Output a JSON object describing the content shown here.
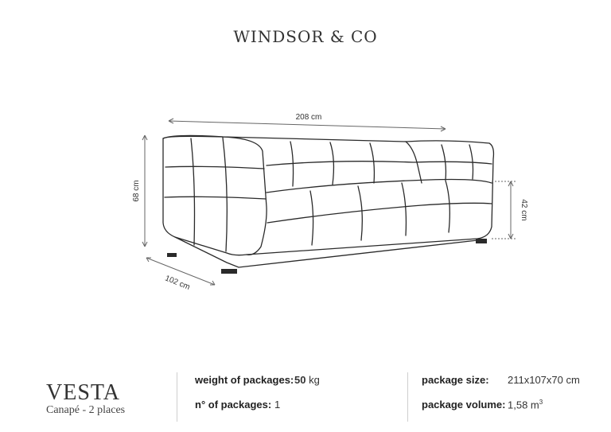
{
  "brand": "Windsor & Co",
  "brand_display": "WINDSOR & CO",
  "dimensions": {
    "width": "208 cm",
    "height": "68 cm",
    "depth": "102 cm",
    "seat_height": "42 cm"
  },
  "product": {
    "name": "VESTA",
    "subtitle": "Canapé - 2 places"
  },
  "specs": {
    "weight_label": "weight of packages:",
    "weight_value": "50",
    "weight_unit": "kg",
    "packages_label": "n° of packages:",
    "packages_value": "1",
    "size_label": "package size:",
    "size_value": "211x107x70 cm",
    "volume_label": "package volume:",
    "volume_value": "1,58 m",
    "volume_unit_sup": "3"
  }
}
